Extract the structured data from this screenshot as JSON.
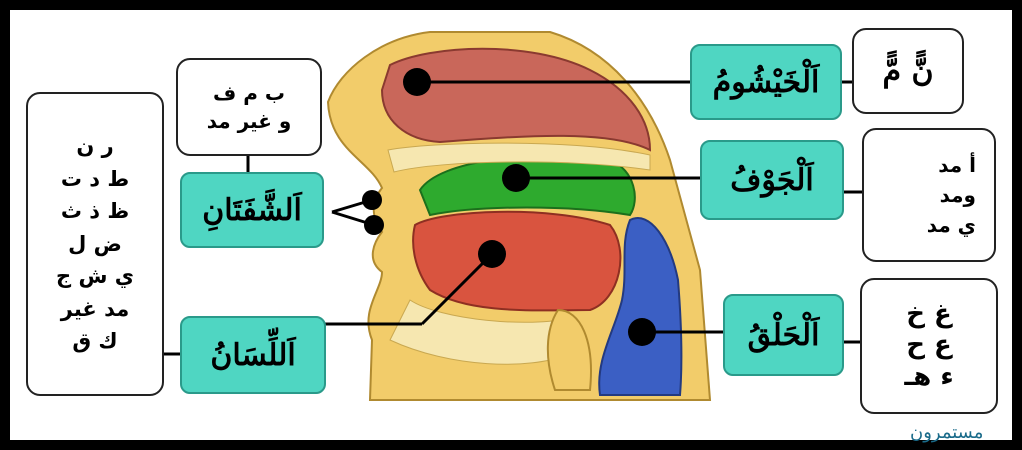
{
  "regions": {
    "nasal": {
      "label": "اَلْخَيْشُومُ",
      "letters": [
        "نًّ مًّ"
      ]
    },
    "cavity": {
      "label": "اَلْجَوْفُ",
      "letters": [
        "أ مد",
        "ومد",
        "ي مد"
      ]
    },
    "throat": {
      "label": "اَلْحَلْقُ",
      "letters": [
        "غ خ",
        "ع ح",
        "ء هـ"
      ]
    },
    "lips": {
      "label": "اَلشَّفَتَانِ",
      "letters": [
        "ب م ف",
        "و غير مد"
      ]
    },
    "tongue": {
      "label": "اَللِّسَانُ",
      "letters": [
        "ر ن",
        "ط د ت",
        "ظ ذ ث",
        "ض ل",
        "ي ش ج",
        "مد غير",
        "ك ق"
      ]
    }
  },
  "watermark": "مستمرون",
  "colors": {
    "tag_fill": "#4fd6c2",
    "nasal": "#c9675a",
    "cavity": "#2eaa2e",
    "throat": "#3b5fc4",
    "tongue": "#d9543f",
    "skin": "#f2cc6a"
  }
}
